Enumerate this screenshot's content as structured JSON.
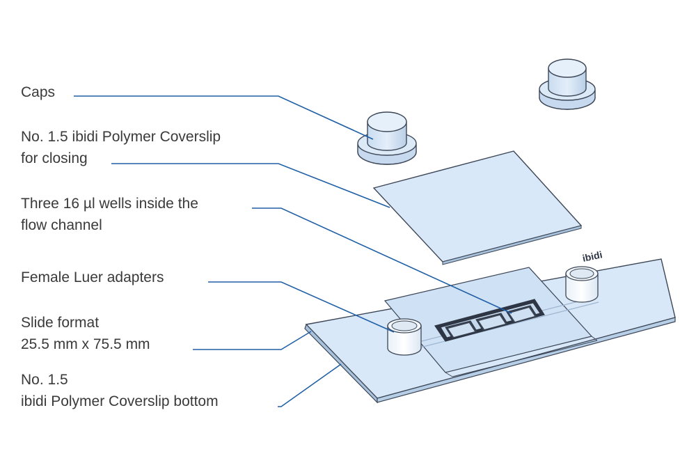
{
  "labels": {
    "caps": "Caps",
    "coverslip_closing_line1": "No. 1.5 ibidi Polymer Coverslip",
    "coverslip_closing_line2": "for closing",
    "wells_line1": "Three 16 µl wells inside the",
    "wells_line2": "flow channel",
    "luer": "Female Luer adapters",
    "slide_format_line1": "Slide format",
    "slide_format_line2": "25.5 mm x 75.5 mm",
    "bottom_line1": "No. 1.5",
    "bottom_line2": "ibidi Polymer Coverslip bottom"
  },
  "logo_text": "ibidi",
  "colors": {
    "leader_line": "#1f5fa6",
    "outline": "#3c4656",
    "plastic_fill": "#d8e8f8",
    "plastic_fill_dark": "#b7cfe6",
    "text": "#3a3a3a"
  }
}
